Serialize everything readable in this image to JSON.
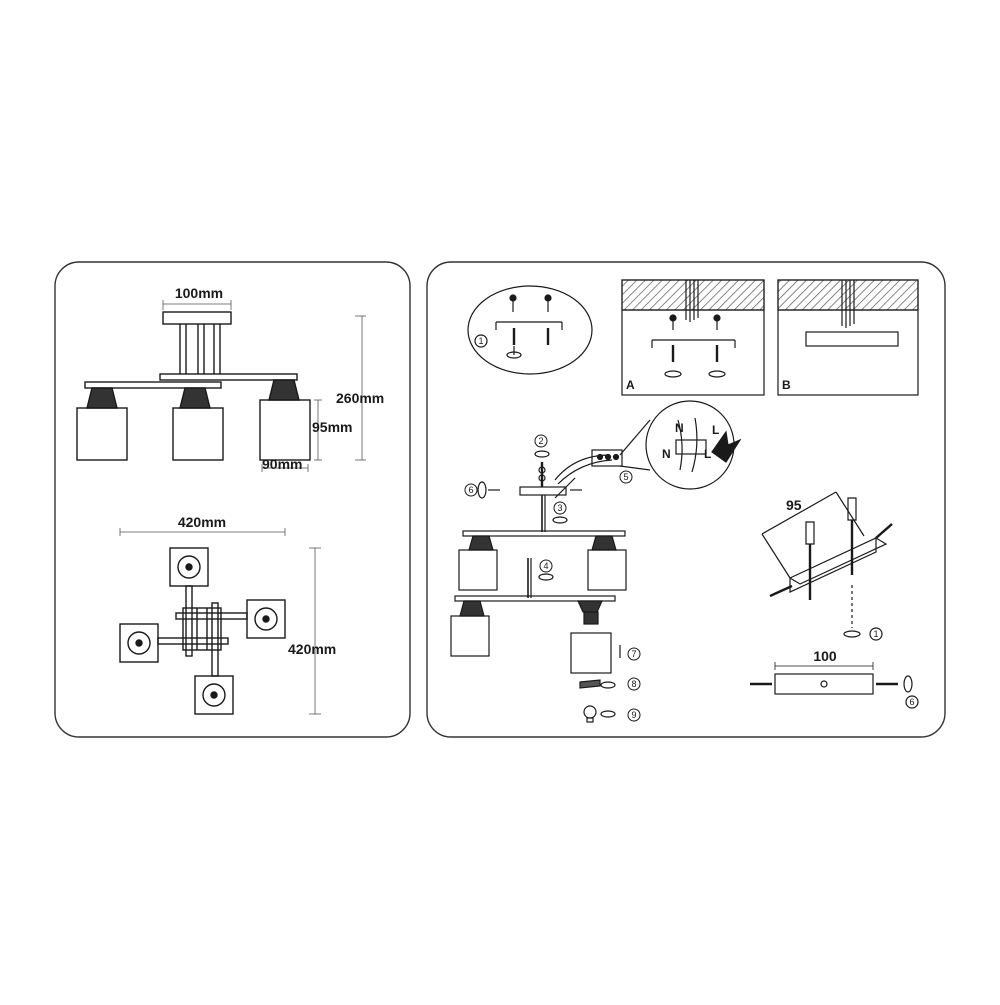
{
  "dimensions": {
    "canopy_width": "100mm",
    "total_height": "260mm",
    "shade_height": "95mm",
    "shade_width": "90mm",
    "span_width": "420mm",
    "span_depth": "420mm"
  },
  "panel_labels": {
    "a": "A",
    "b": "B"
  },
  "wiring_labels": {
    "n": "N",
    "l": "L"
  },
  "bracket_dims": {
    "length": "95",
    "width": "100"
  },
  "steps": {
    "s1": "1",
    "s2": "2",
    "s3": "3",
    "s4": "4",
    "s5": "5",
    "s6": "6",
    "s7": "7",
    "s8": "8",
    "s9": "9",
    "s1b": "1",
    "s6b": "6"
  },
  "colors": {
    "line": "#1a1a1a",
    "hatch": "#555555",
    "border": "#333333"
  }
}
